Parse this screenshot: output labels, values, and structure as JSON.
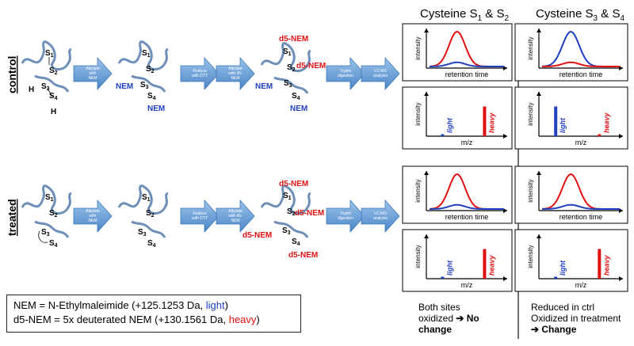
{
  "colors": {
    "blue": "#1f3fbf",
    "red": "#e01010",
    "arrow": "#5b9bd5",
    "protein": "#6d8fb8"
  },
  "columns": {
    "left": {
      "prefix": "Cysteine S",
      "a": "1",
      "mid": " & S",
      "b": "2"
    },
    "right": {
      "prefix": "Cysteine S",
      "a": "3",
      "mid": " & S",
      "b": "4"
    }
  },
  "rows": {
    "control": "control",
    "treated": "treated"
  },
  "atoms": {
    "s1": "S",
    "s2": "S",
    "s3": "S",
    "s4": "S",
    "sub1": "1",
    "sub2": "2",
    "sub3": "3",
    "sub4": "4",
    "h": "H"
  },
  "tags": {
    "nem": "NEM",
    "d5nem": "d5-NEM"
  },
  "steps": {
    "alkylate_nem": [
      "Alkylate",
      "with",
      "NEM"
    ],
    "reduce_dtt": [
      "Reduce",
      "with DTT"
    ],
    "alkylate_d5": [
      "Alkylate",
      "with d5-",
      "NEM"
    ],
    "tryptic": [
      "Tryptic",
      "digestion"
    ],
    "lcms": [
      "LC-MS",
      "analysis"
    ]
  },
  "plots": {
    "intensity": "intensity",
    "retention_time": "retention time",
    "mz": "m/z",
    "light": "light",
    "heavy": "heavy"
  },
  "chart_data": [
    {
      "type": "line",
      "panel": "control-S1S2-chromatogram",
      "series": [
        {
          "name": "heavy",
          "color": "#e01010",
          "peak": 1.0
        },
        {
          "name": "light",
          "color": "#1f3fbf",
          "peak": 0.12
        }
      ],
      "xlabel": "retention time",
      "ylabel": "intensity"
    },
    {
      "type": "bar",
      "panel": "control-S1S2-spectrum",
      "categories": [
        "light",
        "heavy"
      ],
      "values": [
        0.05,
        0.75
      ],
      "xlabel": "m/z",
      "ylabel": "intensity"
    },
    {
      "type": "line",
      "panel": "control-S3S4-chromatogram",
      "series": [
        {
          "name": "light",
          "color": "#1f3fbf",
          "peak": 1.0
        },
        {
          "name": "heavy",
          "color": "#e01010",
          "peak": 0.12
        }
      ],
      "xlabel": "retention time",
      "ylabel": "intensity"
    },
    {
      "type": "bar",
      "panel": "control-S3S4-spectrum",
      "categories": [
        "light",
        "heavy"
      ],
      "values": [
        0.75,
        0.05
      ],
      "xlabel": "m/z",
      "ylabel": "intensity"
    },
    {
      "type": "line",
      "panel": "treated-S1S2-chromatogram",
      "series": [
        {
          "name": "heavy",
          "color": "#e01010",
          "peak": 1.0
        },
        {
          "name": "light",
          "color": "#1f3fbf",
          "peak": 0.12
        }
      ],
      "xlabel": "retention time",
      "ylabel": "intensity"
    },
    {
      "type": "bar",
      "panel": "treated-S1S2-spectrum",
      "categories": [
        "light",
        "heavy"
      ],
      "values": [
        0.05,
        0.75
      ],
      "xlabel": "m/z",
      "ylabel": "intensity"
    },
    {
      "type": "line",
      "panel": "treated-S3S4-chromatogram",
      "series": [
        {
          "name": "heavy",
          "color": "#e01010",
          "peak": 1.0
        },
        {
          "name": "light",
          "color": "#1f3fbf",
          "peak": 0.12
        }
      ],
      "xlabel": "retention time",
      "ylabel": "intensity"
    },
    {
      "type": "bar",
      "panel": "treated-S3S4-spectrum",
      "categories": [
        "light",
        "heavy"
      ],
      "values": [
        0.05,
        0.75
      ],
      "xlabel": "m/z",
      "ylabel": "intensity"
    }
  ],
  "legend": {
    "line1_prefix": "NEM = N-Ethylmaleimide (+125.1253 Da, ",
    "line1_colored": "light",
    "line1_suffix": ")",
    "line2_prefix": "d5-NEM = 5x deuterated NEM (+130.1561 Da, ",
    "line2_colored": "heavy",
    "line2_suffix": ")"
  },
  "summary": {
    "left_l1": "Both sites",
    "left_l2": "oxidized ",
    "left_l2_bold": "➔ No",
    "left_l3": "change",
    "right_l1": "Reduced in ctrl",
    "right_l2": "Oxidized in treatment",
    "right_l3": "➔ Change"
  }
}
